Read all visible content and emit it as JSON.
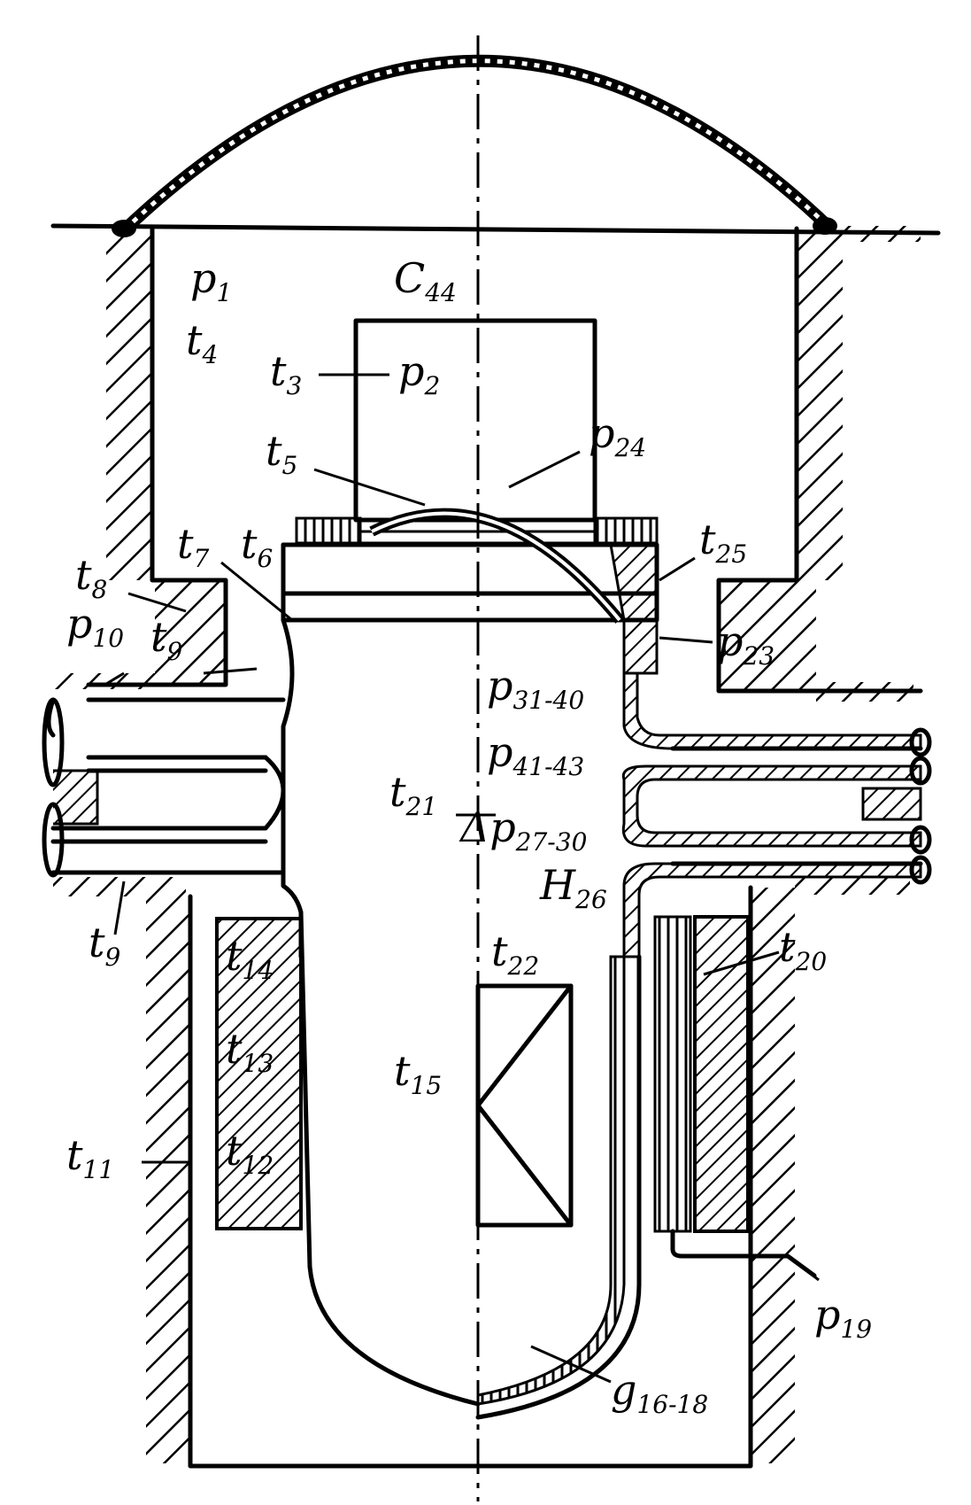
{
  "diagram": {
    "labels": {
      "p1": {
        "main": "p",
        "sub": "1"
      },
      "t4": {
        "main": "t",
        "sub": "4"
      },
      "c44": {
        "main": "C",
        "sub": "44"
      },
      "t3": {
        "main": "t",
        "sub": "3"
      },
      "p2": {
        "main": "p",
        "sub": "2"
      },
      "p24": {
        "main": "p",
        "sub": "24"
      },
      "t5": {
        "main": "t",
        "sub": "5"
      },
      "t7": {
        "main": "t",
        "sub": "7"
      },
      "t6": {
        "main": "t",
        "sub": "6"
      },
      "t25": {
        "main": "t",
        "sub": "25"
      },
      "t8": {
        "main": "t",
        "sub": "8"
      },
      "p10": {
        "main": "p",
        "sub": "10"
      },
      "t9a": {
        "main": "t",
        "sub": "9"
      },
      "p23": {
        "main": "p",
        "sub": "23"
      },
      "p3140": {
        "main": "p",
        "sub": "31-40"
      },
      "p4143": {
        "main": "p",
        "sub": "41-43"
      },
      "t21": {
        "main": "t",
        "sub": "21"
      },
      "dp2730": {
        "main": "Δp",
        "sub": "27-30"
      },
      "h26": {
        "main": "H",
        "sub": "26"
      },
      "t9b": {
        "main": "t",
        "sub": "9"
      },
      "t14": {
        "main": "t",
        "sub": "14"
      },
      "t22": {
        "main": "t",
        "sub": "22"
      },
      "t20": {
        "main": "t",
        "sub": "20"
      },
      "t13": {
        "main": "t",
        "sub": "13"
      },
      "t15": {
        "main": "t",
        "sub": "15"
      },
      "t11": {
        "main": "t",
        "sub": "11"
      },
      "t12": {
        "main": "t",
        "sub": "12"
      },
      "p19": {
        "main": "p",
        "sub": "19"
      },
      "g1618": {
        "main": "g",
        "sub": "16-18"
      }
    }
  }
}
